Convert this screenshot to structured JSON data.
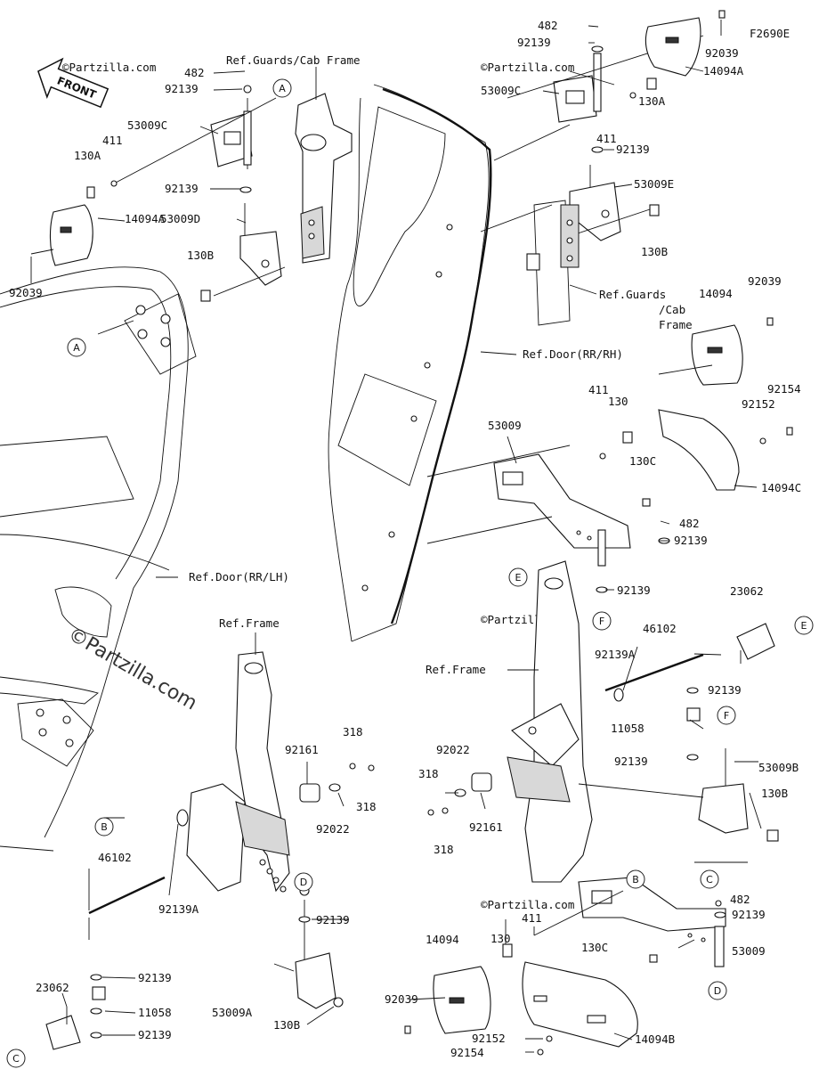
{
  "figure_code": "F2690E",
  "front_arrow_label": "FRONT",
  "watermark": "©Partzilla.com",
  "callouts": [
    "A",
    "A",
    "B",
    "B",
    "C",
    "C",
    "D",
    "D",
    "E",
    "E",
    "F",
    "F"
  ],
  "parts": {
    "p482": "482",
    "p92139": "92139",
    "p92039": "92039",
    "p14094A": "14094A",
    "p14094": "14094",
    "p14094B": "14094B",
    "p14094C": "14094C",
    "p53009C": "53009C",
    "p53009D": "53009D",
    "p53009E": "53009E",
    "p53009": "53009",
    "p53009A": "53009A",
    "p53009B": "53009B",
    "p411": "411",
    "p130A": "130A",
    "p130B": "130B",
    "p130C": "130C",
    "p130": "130",
    "p92154": "92154",
    "p92152": "92152",
    "p23062": "23062",
    "p46102": "46102",
    "p92139A": "92139A",
    "p11058": "11058",
    "p92161": "92161",
    "p318": "318",
    "p92022": "92022"
  },
  "references": {
    "guards_cab_frame": "Ref.Guards/Cab Frame",
    "guards_line1": "Ref.Guards",
    "guards_line2": "/Cab",
    "guards_line3": "Frame",
    "door_rr_rh": "Ref.Door(RR/RH)",
    "door_rr_lh": "Ref.Door(RR/LH)",
    "frame": "Ref.Frame"
  }
}
